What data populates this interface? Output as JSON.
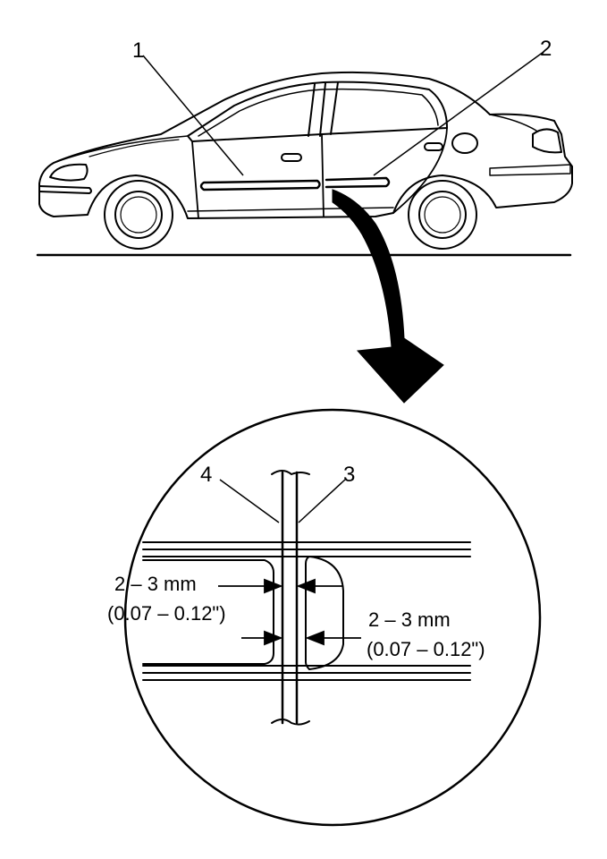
{
  "callouts": {
    "c1": "1",
    "c2": "2",
    "c3": "3",
    "c4": "4"
  },
  "dimensions": {
    "left": {
      "metric": "2 – 3 mm",
      "imperial": "(0.07 – 0.12\")"
    },
    "right": {
      "metric": "2 – 3 mm",
      "imperial": "(0.07 – 0.12\")"
    }
  },
  "colors": {
    "ink": "#000000",
    "paper": "#ffffff"
  }
}
